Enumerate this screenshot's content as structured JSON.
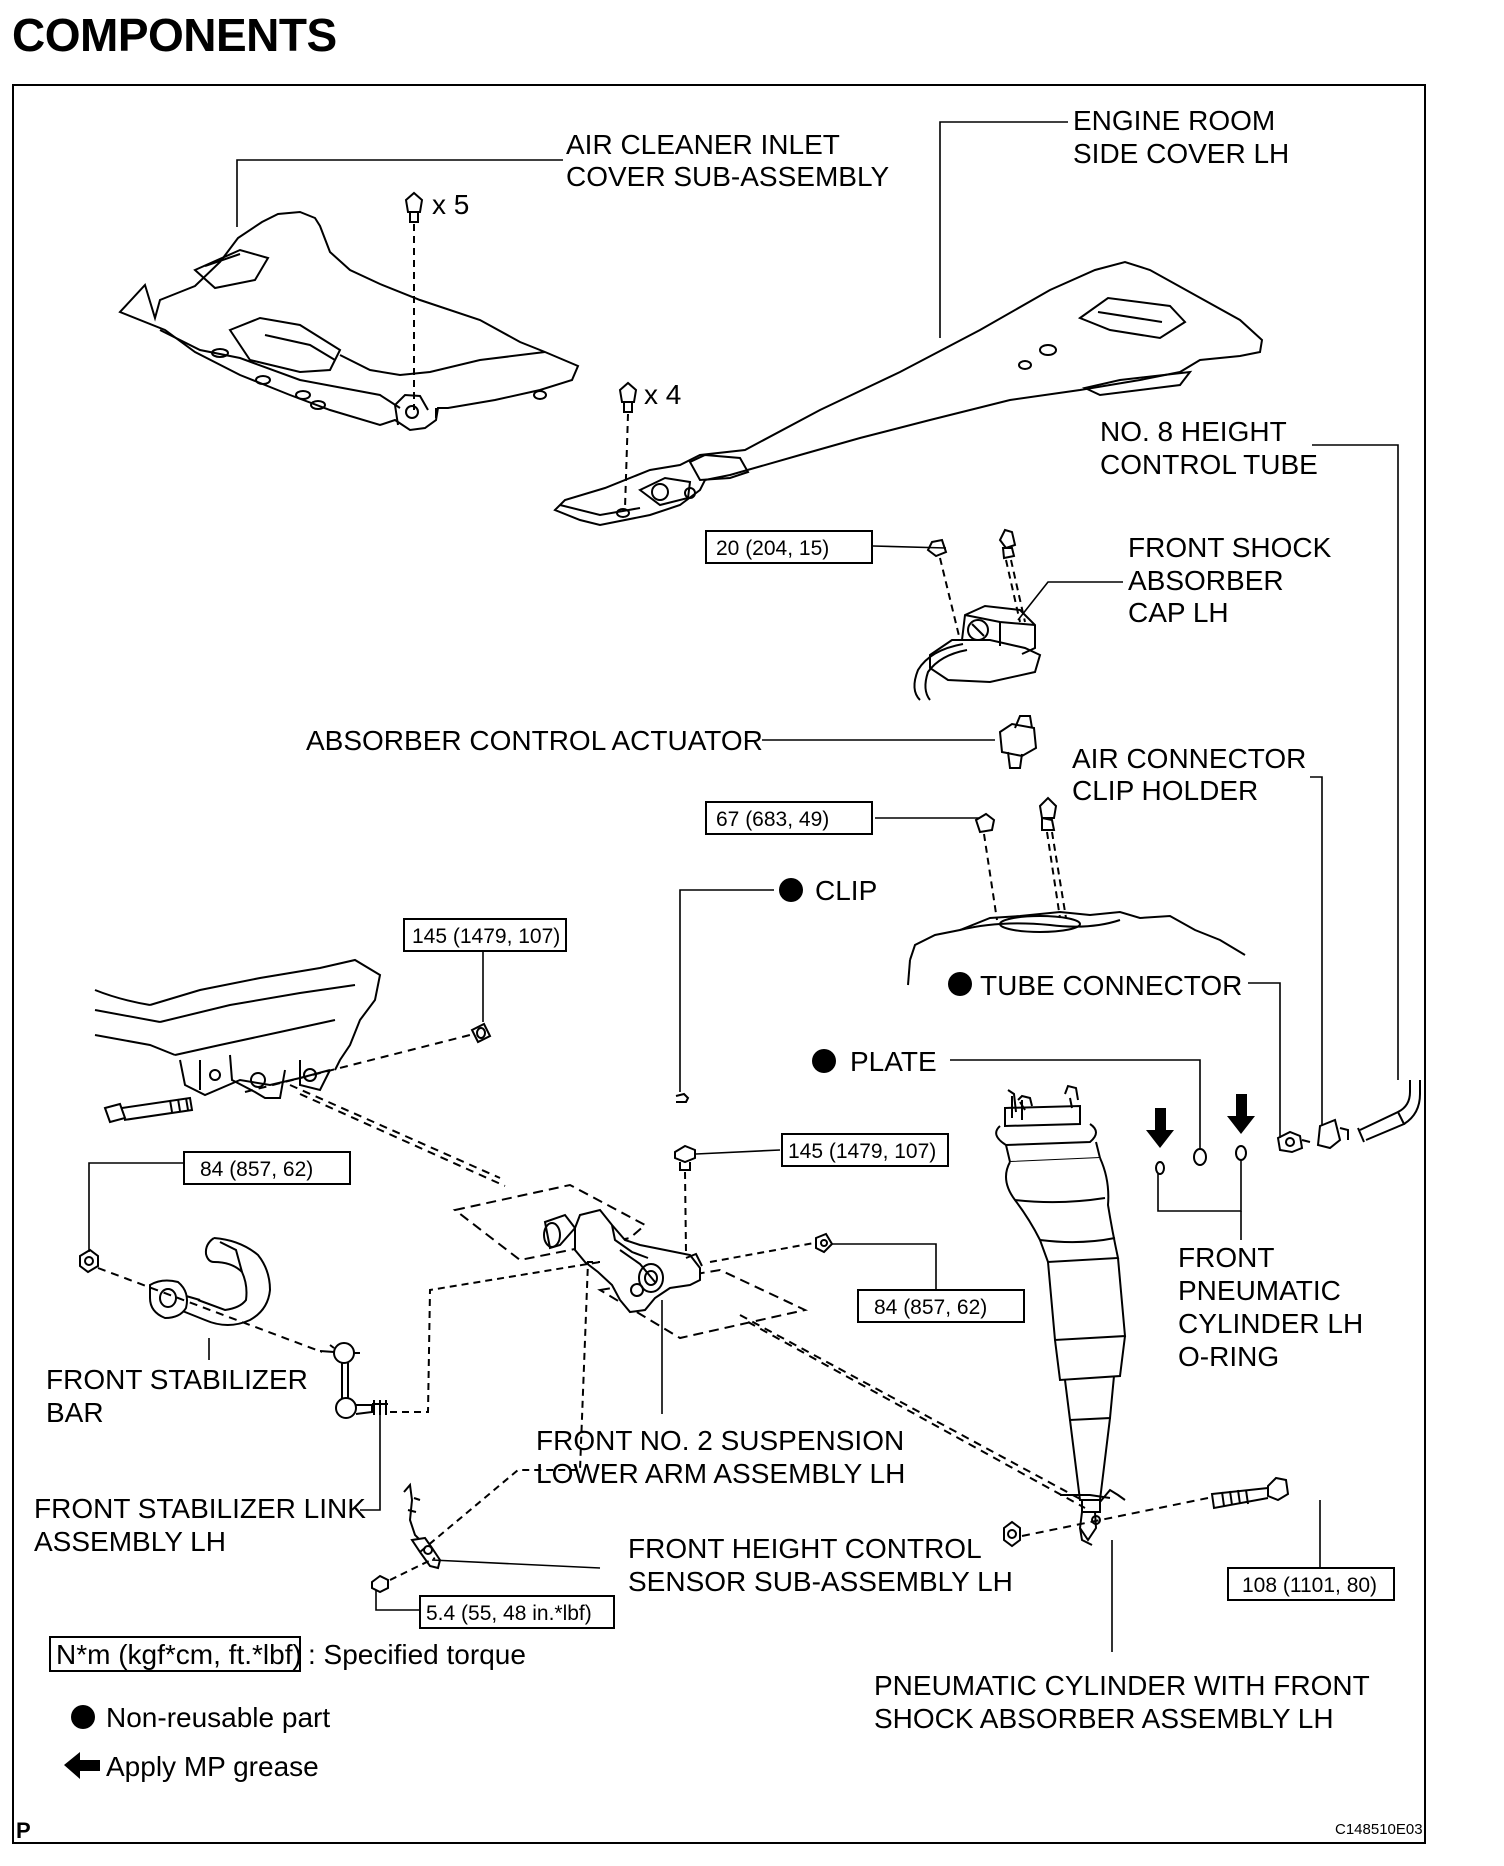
{
  "title": "COMPONENTS",
  "labels": {
    "air_cleaner": [
      "AIR CLEANER INLET",
      "COVER SUB-ASSEMBLY"
    ],
    "engine_room_cover": [
      "ENGINE ROOM",
      "SIDE COVER LH"
    ],
    "height_control_tube": [
      "NO. 8 HEIGHT",
      "CONTROL TUBE"
    ],
    "shock_absorber_cap": [
      "FRONT SHOCK",
      "ABSORBER",
      "CAP LH"
    ],
    "absorber_actuator": "ABSORBER CONTROL ACTUATOR",
    "air_connector_clip": [
      "AIR CONNECTOR",
      "CLIP HOLDER"
    ],
    "clip": "CLIP",
    "tube_connector": "TUBE CONNECTOR",
    "plate": "PLATE",
    "o_ring": [
      "FRONT",
      "PNEUMATIC",
      "CYLINDER LH",
      "O-RING"
    ],
    "stabilizer_bar": [
      "FRONT STABILIZER",
      "BAR"
    ],
    "lower_arm": [
      "FRONT NO. 2 SUSPENSION",
      "LOWER ARM ASSEMBLY LH"
    ],
    "stabilizer_link": [
      "FRONT STABILIZER LINK",
      "ASSEMBLY LH"
    ],
    "height_sensor": [
      "FRONT HEIGHT CONTROL",
      "SENSOR SUB-ASSEMBLY LH"
    ],
    "pneumatic_cylinder": [
      "PNEUMATIC CYLINDER WITH FRONT",
      "SHOCK ABSORBER ASSEMBLY LH"
    ]
  },
  "quantities": {
    "clips_x5": "x 5",
    "clips_x4": "x 4"
  },
  "torques": {
    "cap_nut": "20 (204, 15)",
    "actuator_nut": "67 (683, 49)",
    "crossmember_nut": "145 (1479, 107)",
    "stabilizer_nut": "84 (857, 62)",
    "lower_arm_nut": "145 (1479, 107)",
    "arm_rear_nut": "84 (857, 62)",
    "sensor_bolt": "5.4 (55, 48 in.*lbf)",
    "cylinder_bolt": "108 (1101, 80)"
  },
  "legend": {
    "torque_unit": "N*m (kgf*cm, ft.*lbf)",
    "torque_desc": ": Specified torque",
    "non_reusable": "Non-reusable part",
    "grease": "Apply MP grease"
  },
  "footer": {
    "left_mark": "P",
    "figure_code": "C148510E03"
  }
}
